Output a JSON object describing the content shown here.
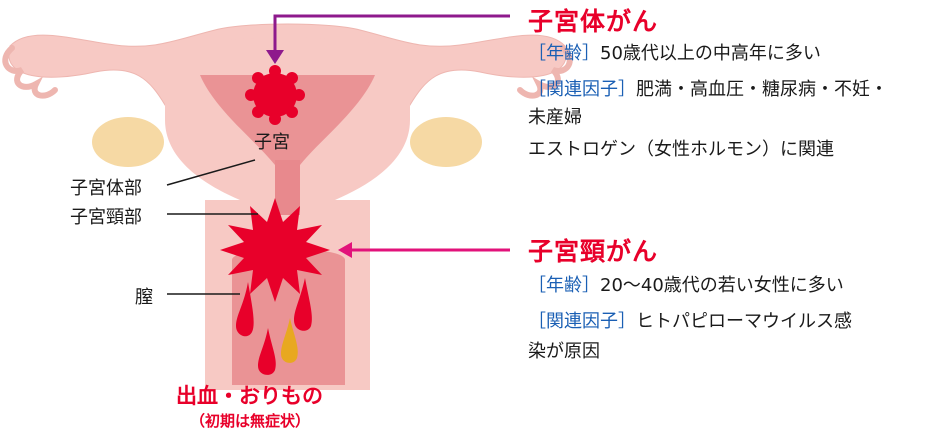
{
  "labels": {
    "uterus": "子宮",
    "body_part": "子宮体部",
    "cervix_part": "子宮頸部",
    "vagina": "膣",
    "symptom": "出血・おりもの",
    "symptom_note": "（初期は無症状）"
  },
  "endometrial": {
    "title": "子宮体がん",
    "age_tag": "［年齢］",
    "age_text": "50歳代以上の中高年に多い",
    "factor_tag": "［関連因子］",
    "factor_text1": "肥満・高血圧・糖尿病・不妊・",
    "factor_text2": "未産婦",
    "factor_text3": "エストロゲン（女性ホルモン）に関連"
  },
  "cervical": {
    "title": "子宮頸がん",
    "age_tag": "［年齢］",
    "age_text": "20〜40歳代の若い女性に多い",
    "factor_tag": "［関連因子］",
    "factor_text1": "ヒトパピローマウイルス感",
    "factor_text2": "染が原因"
  },
  "colors": {
    "endometrial_arrow": "#8e1a8c",
    "cervical_arrow": "#e2127a",
    "tumor": "#e8002a",
    "tissue": "#f7c9c4",
    "tissue_inner": "#e8898d",
    "ovary": "#f6d9a4",
    "tag_blue": "#1a5fb4"
  }
}
